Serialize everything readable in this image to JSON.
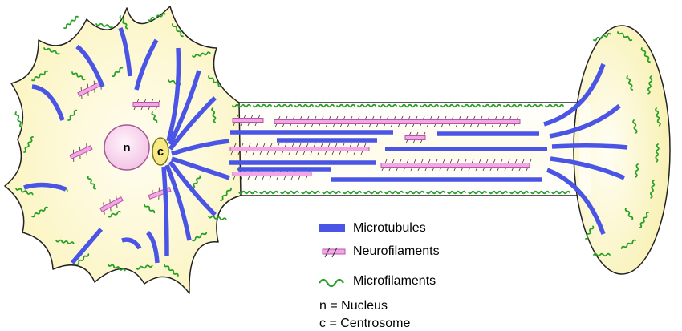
{
  "colors": {
    "background": "#ffffff",
    "cytoplasm": "#fdf9d2",
    "outline": "#222222",
    "microtubule": "#4a55e6",
    "neurofilament_fill": "#f2a6e6",
    "neurofilament_stroke": "#b556a6",
    "microfilament": "#28a028",
    "nucleus_fill": "#f7d4ee",
    "nucleus_stroke": "#a45a96",
    "centrosome_fill": "#f5ea84",
    "centrosome_stroke": "#7b7220"
  },
  "cell": {
    "nucleus_label": "n",
    "centrosome_label": "c"
  },
  "legend": [
    {
      "key": "microtubules",
      "symbol": "microtubule",
      "label": "Microtubules"
    },
    {
      "key": "neurofilaments",
      "symbol": "neurofilament",
      "label": "Neurofilaments"
    },
    {
      "key": "microfilaments",
      "symbol": "microfilament",
      "label": "Microfilaments"
    }
  ],
  "key": [
    {
      "key": "nucleus",
      "text": "n = Nucleus"
    },
    {
      "key": "centrosome",
      "text": "c = Centrosome"
    }
  ]
}
